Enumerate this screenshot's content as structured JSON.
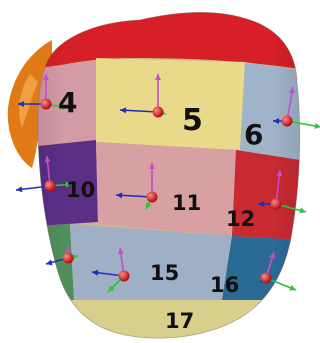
{
  "colors": {
    "apex_red": "#d61f26",
    "left_orange": "#e07a16",
    "seg4": "#d49aa6",
    "seg5": "#e9d98a",
    "seg6": "#9fb3c9",
    "seg10": "#5a2f85",
    "seg11": "#d9a0a3",
    "seg12": "#c82a31",
    "seg15": "#9fb0c6",
    "seg16": "#2a6a95",
    "seg17": "#d9cf8c",
    "left_band": "#c9b88a",
    "left_green": "#4f8f5a",
    "arrow_x": "#2ac53a",
    "arrow_y": "#1d2fbf",
    "arrow_z": "#c44fc8",
    "marker": "#d41818"
  },
  "segments": [
    {
      "id": "seg-4",
      "label": "4"
    },
    {
      "id": "seg-5",
      "label": "5"
    },
    {
      "id": "seg-6",
      "label": "6"
    },
    {
      "id": "seg-10",
      "label": "10"
    },
    {
      "id": "seg-11",
      "label": "11"
    },
    {
      "id": "seg-12",
      "label": "12"
    },
    {
      "id": "seg-15",
      "label": "15"
    },
    {
      "id": "seg-16",
      "label": "16"
    },
    {
      "id": "seg-17",
      "label": "17"
    }
  ]
}
